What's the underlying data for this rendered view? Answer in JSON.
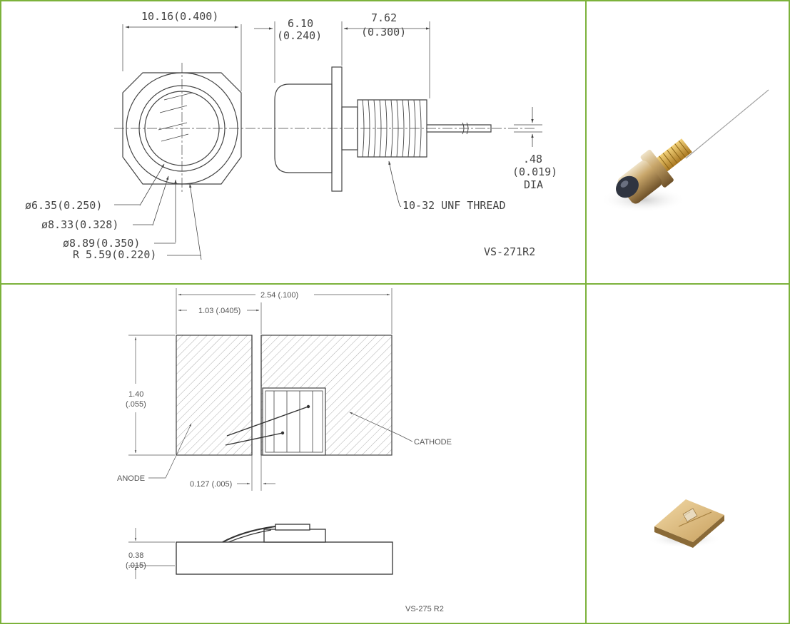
{
  "colors": {
    "grid_border": "#7cb23b",
    "drawing_line": "#444444",
    "hatch": "#9a9a9a"
  },
  "diagram_1": {
    "dim_width": "10.16(0.400)",
    "dim_body_mm": "6.10",
    "dim_body_in": "(0.240)",
    "dim_thread_mm": "7.62",
    "dim_thread_in": "(0.300)",
    "dim_pin_mm": ".48",
    "dim_pin_in": "(0.019)",
    "dim_pin_unit": "DIA",
    "thread_label": "10-32 UNF THREAD",
    "d1": "ø6.35(0.250)",
    "d2": "ø8.33(0.328)",
    "d3": "ø8.89(0.350)",
    "r1": "R 5.59(0.220)",
    "drawing_id": "VS-271R2"
  },
  "diagram_2": {
    "dim_overall": "2.54 (.100)",
    "dim_left": "1.03 (.0405)",
    "dim_height_mm": "1.40",
    "dim_height_in": "(.055)",
    "dim_gap": "0.127 (.005)",
    "dim_thickness_mm": "0.38",
    "dim_thickness_in": "(.015)",
    "anode_label": "ANODE",
    "cathode_label": "CATHODE",
    "drawing_id": "VS-275 R2"
  },
  "photo_1": {
    "subject": "TO-can photodiode with threaded stud and lead wire"
  },
  "photo_2": {
    "subject": "chip photodiode on gold ceramic carrier"
  }
}
